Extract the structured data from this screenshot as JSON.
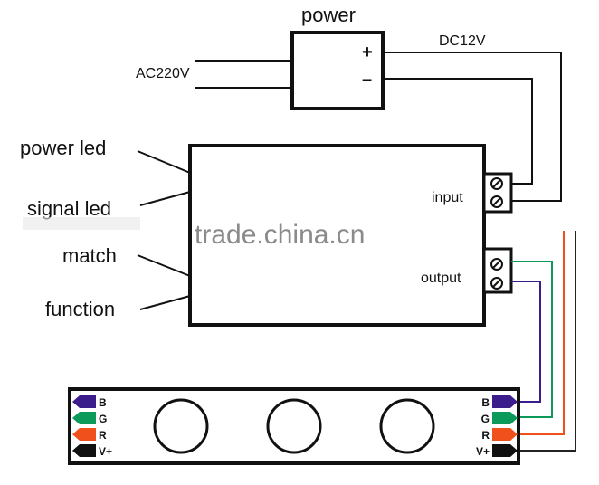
{
  "power_supply": {
    "title": "power",
    "plus": "+",
    "minus": "–",
    "input_label": "AC220V",
    "output_label": "DC12V"
  },
  "controller": {
    "left_labels": [
      "power led",
      "signal led",
      "match",
      "function"
    ],
    "input_label": "input",
    "output_label": "output"
  },
  "watermark": "trade.china.cn",
  "strip": {
    "pins": [
      {
        "label": "B",
        "color": "#3b1e8c"
      },
      {
        "label": "G",
        "color": "#0c9a5a"
      },
      {
        "label": "R",
        "color": "#f0501c"
      },
      {
        "label": "V+",
        "color": "#111111"
      }
    ],
    "led_count": 3
  },
  "wire_colors": {
    "blue": "#3b1e8c",
    "green": "#0c9a5a",
    "red": "#f0501c",
    "black": "#222222"
  }
}
